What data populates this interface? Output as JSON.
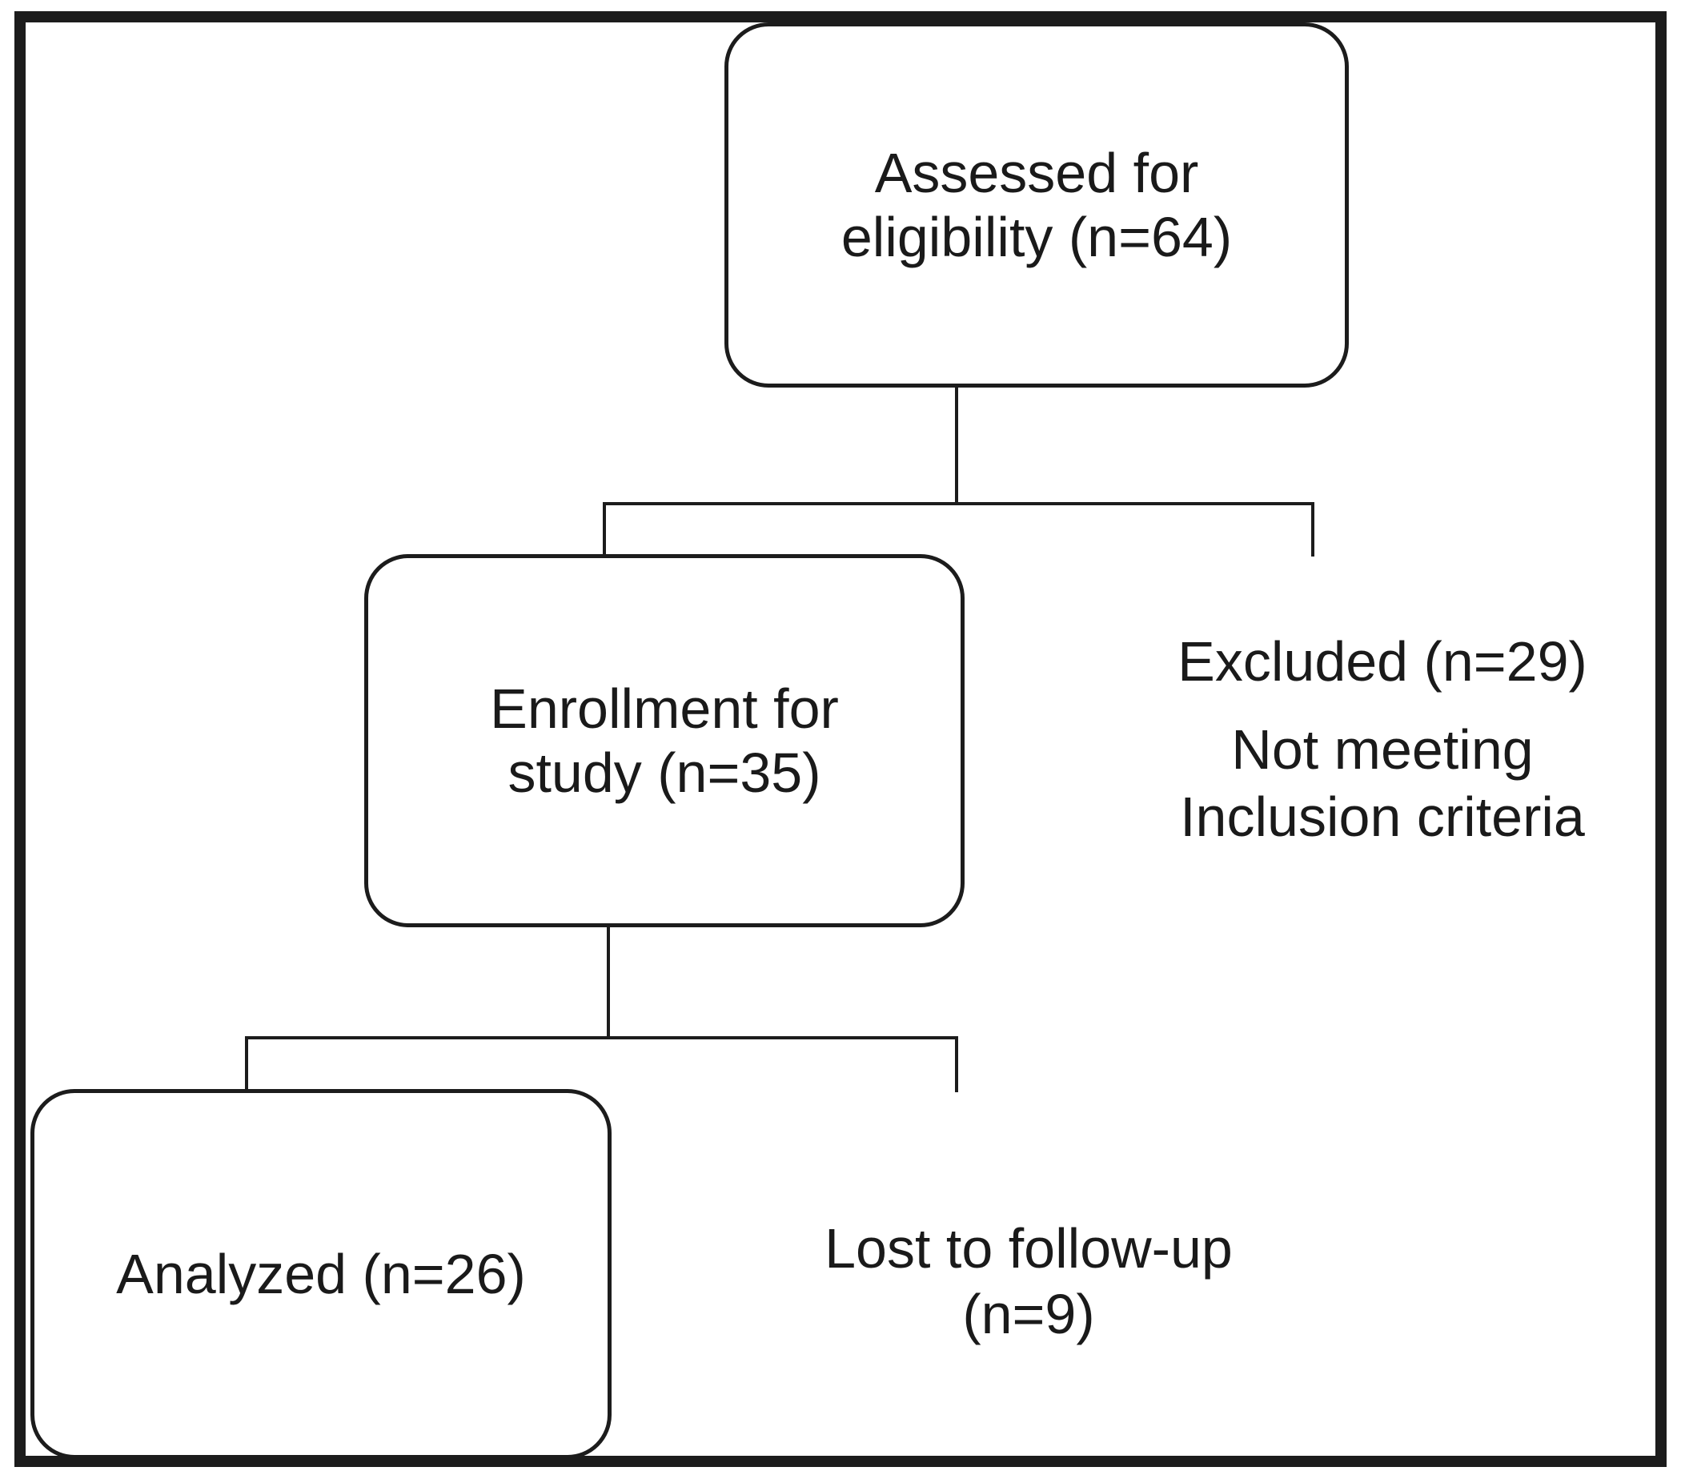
{
  "colors": {
    "line": "#1c1c1c",
    "text": "#1a1a1a",
    "background": "#ffffff"
  },
  "nodes": {
    "assessed": {
      "line1": "Assessed for",
      "line2": "eligibility (n=64)"
    },
    "enrollment": {
      "line1": "Enrollment for",
      "line2": "study (n=35)"
    },
    "excluded": {
      "line1": "Excluded (n=29)",
      "line2": "Not meeting",
      "line3": "Inclusion criteria"
    },
    "analyzed": {
      "line1": "Analyzed (n=26)"
    },
    "lost_to_followup": {
      "line1": "Lost to follow-up",
      "line2": "(n=9)"
    }
  },
  "counts": {
    "assessed_for_eligibility": 64,
    "enrolled_for_study": 35,
    "excluded": 29,
    "analyzed": 26,
    "lost_to_followup": 9
  }
}
